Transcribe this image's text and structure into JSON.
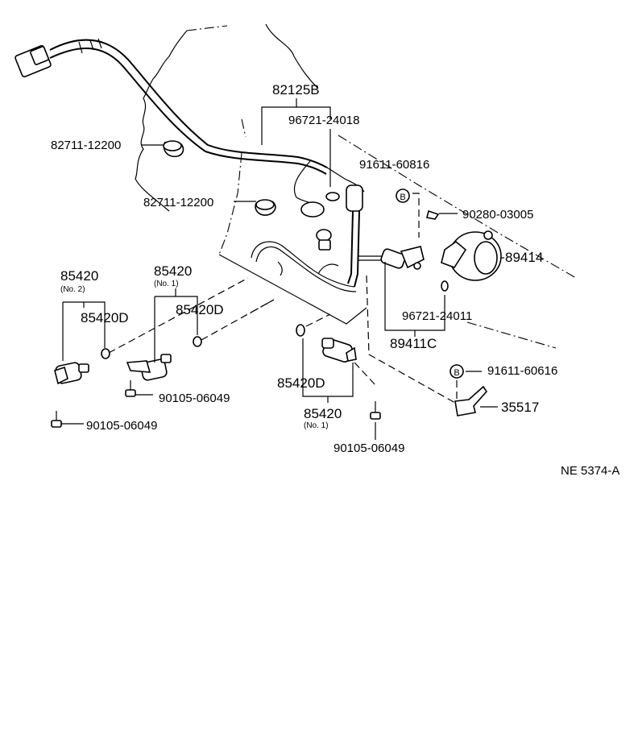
{
  "diagram_id": "NE 5374-A",
  "bolt_symbol": "B",
  "labels": {
    "harness": "82125B",
    "clamp_upper": "82711-12200",
    "clamp_lower": "82711-12200",
    "grommet_upper": "96721-24018",
    "bolt_upper": "91611-60816",
    "clip": "90280-03005",
    "sensor": "89414",
    "grommet_lower": "96721-24011",
    "sensor_assy": "89411C",
    "bolt_lower": "91611-60616",
    "bracket": "35517",
    "valve_no2": "85420",
    "valve_no2_sub": "(No. 2)",
    "oring_left": "85420D",
    "valve_no1_left": "85420",
    "valve_no1_left_sub": "(No. 1)",
    "oring_mid": "85420D",
    "screw_mid": "90105-06049",
    "screw_left": "90105-06049",
    "oring_center": "85420D",
    "valve_no1_center": "85420",
    "valve_no1_center_sub": "(No. 1)",
    "screw_center": "90105-06049"
  }
}
